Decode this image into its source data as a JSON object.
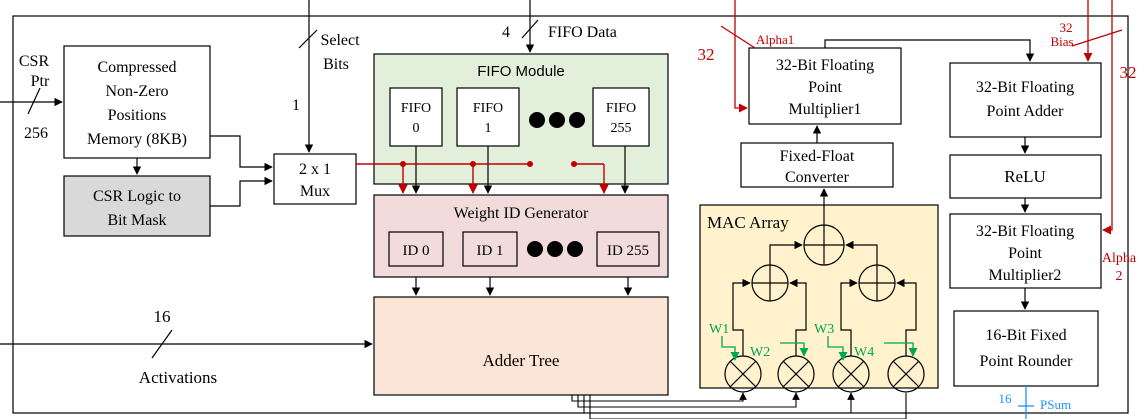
{
  "blocks": {
    "csr_memory": [
      "Compressed",
      "Non-Zero",
      "Positions",
      "Memory (8KB)"
    ],
    "csr_logic": [
      "CSR Logic to",
      "Bit Mask"
    ],
    "mux": [
      "2 x 1",
      "Mux"
    ],
    "fifo_module": {
      "title": "FIFO Module",
      "items": [
        [
          "FIFO",
          "0"
        ],
        [
          "FIFO",
          "1"
        ],
        [
          "FIFO",
          "255"
        ]
      ]
    },
    "weight_id_generator": {
      "title": "Weight ID Generator",
      "items": [
        "ID 0",
        "ID 1",
        "ID 255"
      ]
    },
    "adder_tree": "Adder Tree",
    "mac_array": {
      "title": "MAC Array",
      "weights": [
        "W1",
        "W2",
        "W3",
        "W4"
      ]
    },
    "fixed_float": [
      "Fixed-Float",
      "Converter"
    ],
    "fp_multiplier1": [
      "32-Bit Floating",
      "Point",
      "Multiplier1"
    ],
    "fp_adder": [
      "32-Bit Floating",
      "Point Adder"
    ],
    "relu": "ReLU",
    "fp_multiplier2": [
      "32-Bit Floating",
      "Point",
      "Multiplier2"
    ],
    "rounder": [
      "16-Bit Fixed",
      "Point Rounder"
    ]
  },
  "labels": {
    "csr_ptr": [
      "CSR",
      "Ptr"
    ],
    "csr_width": "256",
    "select_bits": [
      "Select",
      "Bits"
    ],
    "select_width": "1",
    "fifo_data_width": "4",
    "fifo_data": "FIFO Data",
    "activations_width": "16",
    "activations": "Activations",
    "alpha1": "Alpha1",
    "alpha1_width": "32",
    "bias": [
      "32",
      "Bias"
    ],
    "bias_width": "32",
    "alpha2": [
      "Alpha",
      "2"
    ],
    "psum_width": "16",
    "psum": "PSum"
  },
  "colors": {
    "fifo_module_fill": "#e2efda",
    "weight_id_fill": "#f2dcdb",
    "adder_tree_fill": "#fbe5d6",
    "mac_array_fill": "#fff2cc",
    "csr_logic_fill": "#d9d9d9",
    "red": "#c00000",
    "green": "#00a651",
    "blue": "#1e90ff"
  }
}
